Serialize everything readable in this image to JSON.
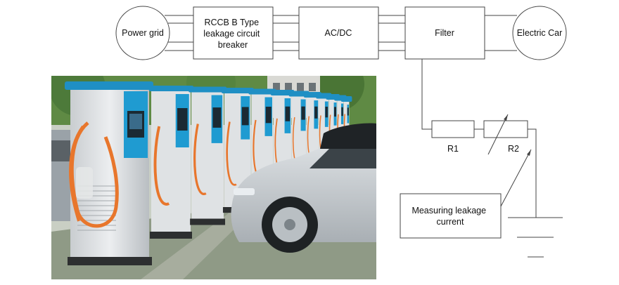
{
  "diagram": {
    "nodes": {
      "power_grid": "Power grid",
      "rccb": [
        "RCCB B Type",
        "leakage circuit",
        "breaker"
      ],
      "acdc": "AC/DC",
      "filter": "Filter",
      "electric_car": "Electric Car",
      "r1": "R1",
      "r2": "R2",
      "measuring": [
        "Measuring leakage",
        "current"
      ]
    },
    "colors": {
      "line": "#444444",
      "station_body": "#dfe2e4",
      "station_accent": "#1f9bd1",
      "cable": "#e8762c",
      "car_body": "#c4c9cd",
      "foliage": "#4d7a3a",
      "pavement": "#8f9a86"
    }
  }
}
